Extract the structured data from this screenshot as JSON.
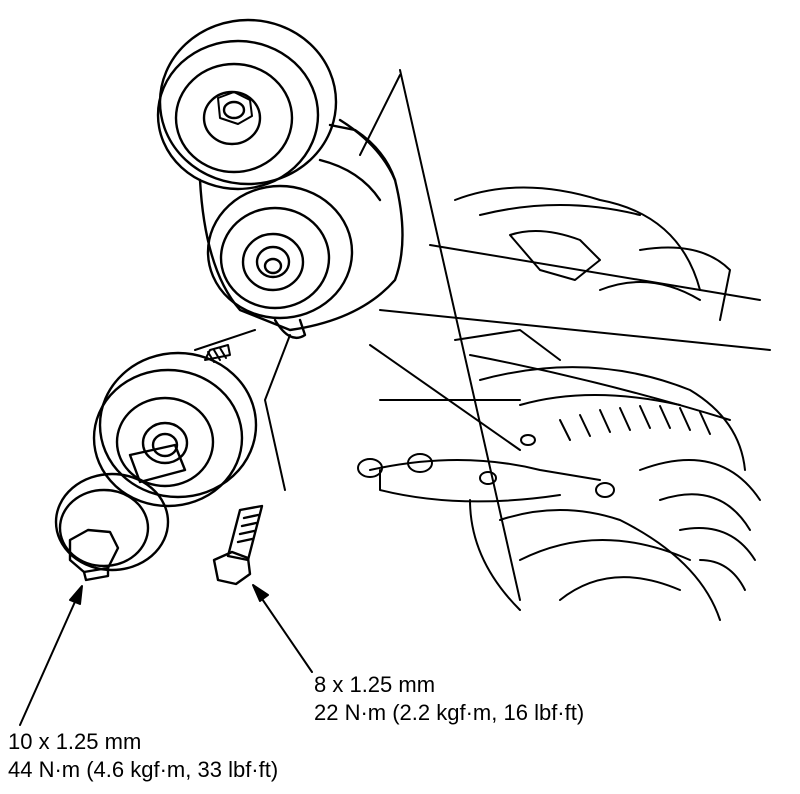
{
  "callouts": {
    "small_bolt": {
      "size": "8 x 1.25 mm",
      "torque": "22 N·m (2.2 kgf·m, 16 lbf·ft)"
    },
    "large_bolt": {
      "size": "10 x 1.25 mm",
      "torque": "44 N·m (4.6 kgf·m, 33 lbf·ft)"
    }
  },
  "colors": {
    "ink": "#000000",
    "paper": "#ffffff"
  }
}
